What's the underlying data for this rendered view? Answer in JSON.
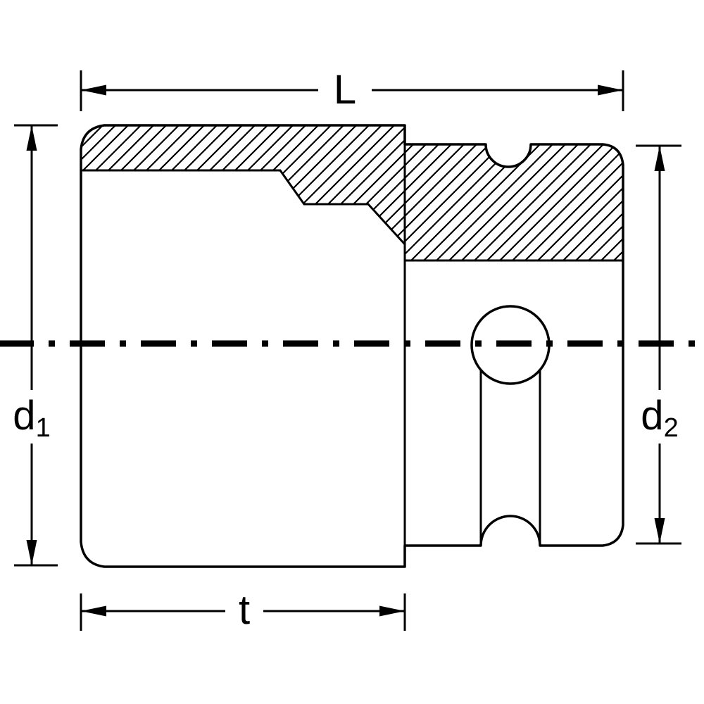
{
  "diagram": {
    "background": "#ffffff",
    "stroke_color": "#000000",
    "labels": {
      "length": "L",
      "diameter_left_base": "d",
      "diameter_left_sub": "1",
      "diameter_right_base": "d",
      "diameter_right_sub": "2",
      "depth": "t"
    }
  }
}
